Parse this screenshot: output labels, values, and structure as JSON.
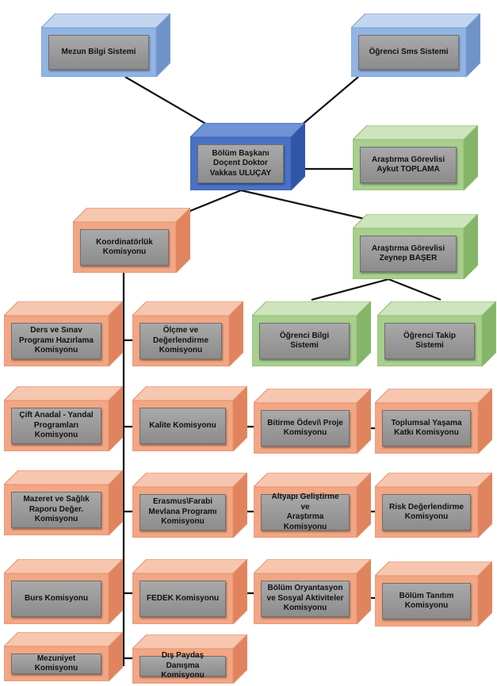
{
  "colors": {
    "blue": {
      "front": "#92b4e3",
      "top": "#c3d6f0",
      "side": "#6f93c8",
      "edge": "#7a9fd4"
    },
    "blue_dark": {
      "front": "#4a72c4",
      "top": "#6f93d6",
      "side": "#2f56a8",
      "edge": "#3c5fb0"
    },
    "green": {
      "front": "#a8cf8e",
      "top": "#cde4bc",
      "side": "#84b568",
      "edge": "#8dbb70"
    },
    "salmon": {
      "front": "#f2a684",
      "top": "#f7c6ae",
      "side": "#e0845f",
      "edge": "#e3906b"
    },
    "line": "#111111"
  },
  "nodes": {
    "mezun_bilgi": "Mezun Bilgi Sistemi",
    "ogrenci_sms": "Öğrenci Sms Sistemi",
    "bolum_baskani": "Bölüm Başkanı\nDoçent Doktor\nVakkas ULUÇAY",
    "arastirma_aykut": "Araştırma Görevlisi\nAykut TOPLAMA",
    "koordinatorluk": "Koordinatörlük\nKomisyonu",
    "arastirma_zeynep": "Araştırma Görevlisi\nZeynep BAŞER",
    "ogrenci_bilgi": "Öğrenci Bilgi Sistemi",
    "ogrenci_takip": "Öğrenci Takip\nSistemi",
    "ders_sinav": "Ders ve Sınav\nProgramı Hazırlama\nKomisyonu",
    "olcme": "Ölçme ve\nDeğerlendirme\nKomisyonu",
    "cift_anadal": "Çift Anadal - Yandal\nProgramları\nKomisyonu",
    "kalite": "Kalite Komisyonu",
    "bitirme": "Bitirme Ödevi\\ Proje\nKomisyonu",
    "toplumsal": "Toplumsal Yaşama\nKatkı Komisyonu",
    "mazeret": "Mazeret ve Sağlık\nRaporu Değer.\nKomisyonu",
    "erasmus": "Erasmus\\Farabi\nMevlana Programı\nKomisyonu",
    "altyapi": "Altyapı Geliştirme ve\nAraştırma\nKomisyonu",
    "risk": "Risk Değerlendirme\nKomisyonu",
    "burs": "Burs Komisyonu",
    "fedek": "FEDEK Komisyonu",
    "oryantasyon": "Bölüm Oryantasyon\nve Sosyal Aktiviteler\nKomisyonu",
    "tanitim": "Bölüm Tanıtım\nKomisyonu",
    "mezuniyet": "Mezuniyet Komisyonu",
    "dis_paydas": "Dış Paydaş Danışma\nKomisyonu"
  }
}
